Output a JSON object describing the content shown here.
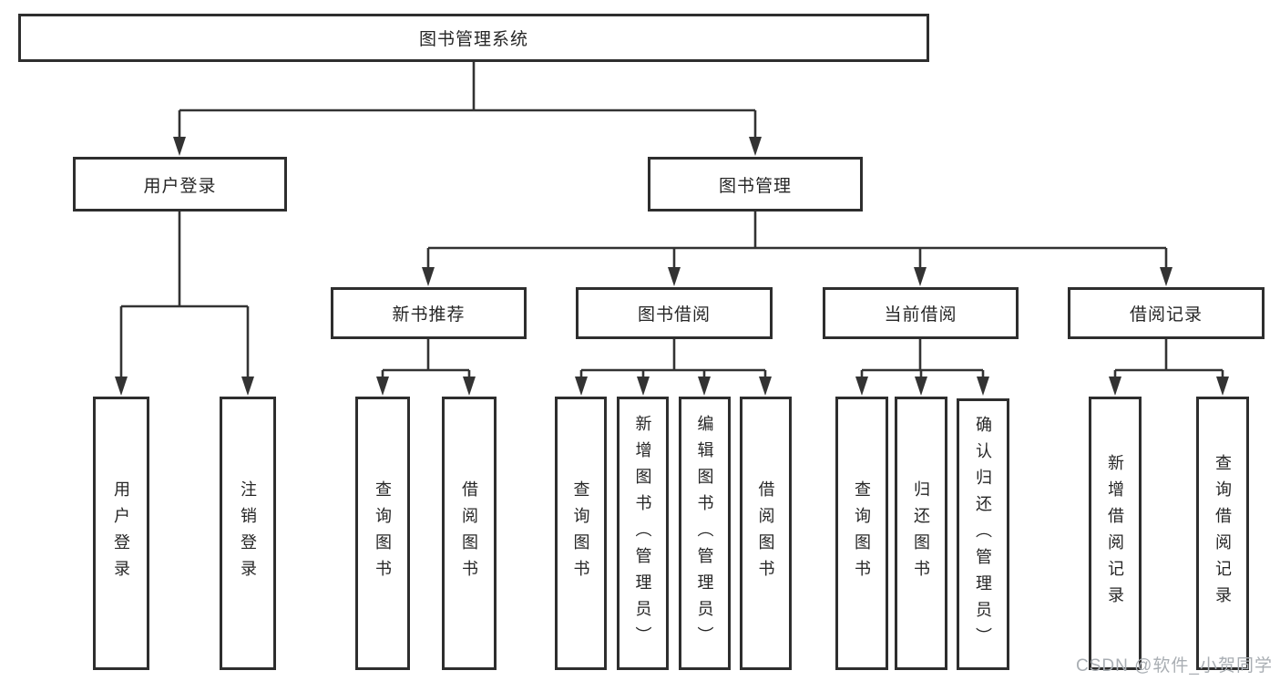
{
  "diagram": {
    "root": "图书管理系统",
    "user_login": "用户登录",
    "book_mgmt": "图书管理",
    "new_book": "新书推荐",
    "book_borrow": "图书借阅",
    "current_borrow": "当前借阅",
    "borrow_records": "借阅记录",
    "leaves": {
      "user_login": [
        "用户登录",
        "注销登录"
      ],
      "new_book": [
        "查询图书",
        "借阅图书"
      ],
      "book_borrow": [
        "查询图书",
        "新增图书（管理员）",
        "编辑图书（管理员）",
        "借阅图书"
      ],
      "current_borrow": [
        "查询图书",
        "归还图书",
        "确认归还（管理员）"
      ],
      "borrow_records": [
        "新增借阅记录",
        "查询借阅记录"
      ]
    }
  },
  "watermark": "CSDN @软件_小贺同学",
  "colors": {
    "line": "#333333",
    "box_border": "#2e2e2e",
    "text": "#262626",
    "watermark": "#a9aeb3",
    "background": "#ffffff"
  }
}
